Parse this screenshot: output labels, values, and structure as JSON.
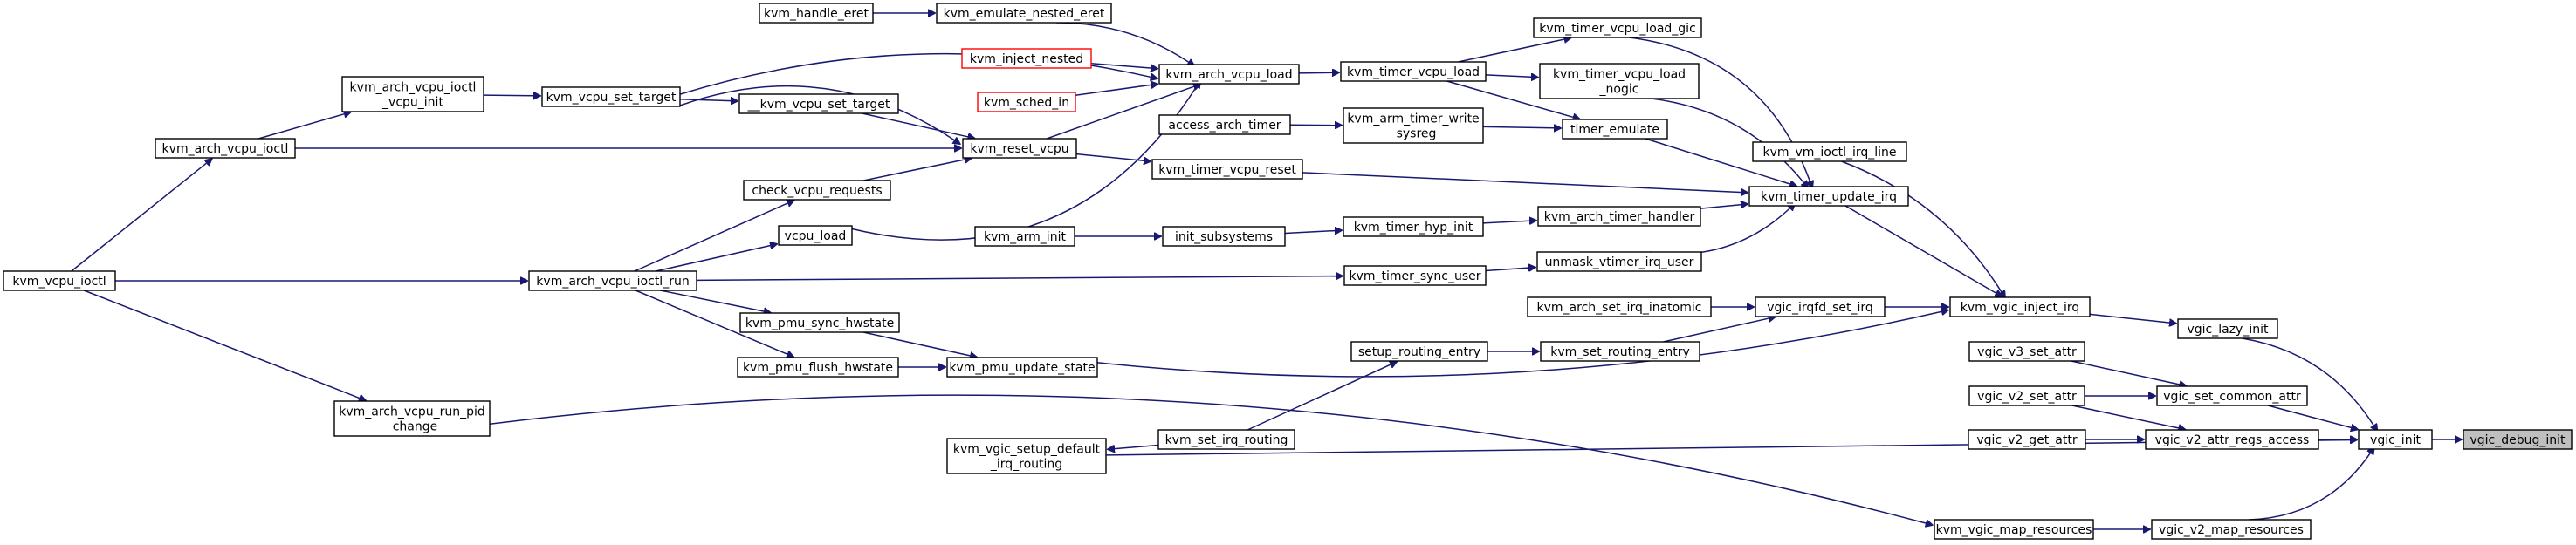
{
  "nodes": {
    "kvm_handle_eret": [
      "kvm_handle_eret"
    ],
    "kvm_emulate_nested_eret": [
      "kvm_emulate_nested_eret"
    ],
    "kvm_inject_nested": [
      "kvm_inject_nested"
    ],
    "kvm_sched_in": [
      "kvm_sched_in"
    ],
    "kvm_arch_vcpu_load": [
      "kvm_arch_vcpu_load"
    ],
    "kvm_timer_vcpu_load": [
      "kvm_timer_vcpu_load"
    ],
    "kvm_timer_vcpu_load_gic": [
      "kvm_timer_vcpu_load_gic"
    ],
    "kvm_timer_vcpu_load_nogic": [
      "kvm_timer_vcpu_load",
      "_nogic"
    ],
    "kvm_arch_vcpu_ioctl_vcpu_init": [
      "kvm_arch_vcpu_ioctl",
      "_vcpu_init"
    ],
    "kvm_vcpu_set_target": [
      "kvm_vcpu_set_target"
    ],
    "__kvm_vcpu_set_target": [
      "__kvm_vcpu_set_target"
    ],
    "access_arch_timer": [
      "access_arch_timer"
    ],
    "kvm_arm_timer_write_sysreg": [
      "kvm_arm_timer_write",
      "_sysreg"
    ],
    "timer_emulate": [
      "timer_emulate"
    ],
    "kvm_arch_vcpu_ioctl": [
      "kvm_arch_vcpu_ioctl"
    ],
    "kvm_reset_vcpu": [
      "kvm_reset_vcpu"
    ],
    "kvm_timer_vcpu_reset": [
      "kvm_timer_vcpu_reset"
    ],
    "kvm_vm_ioctl_irq_line": [
      "kvm_vm_ioctl_irq_line"
    ],
    "check_vcpu_requests": [
      "check_vcpu_requests"
    ],
    "kvm_timer_update_irq": [
      "kvm_timer_update_irq"
    ],
    "vcpu_load": [
      "vcpu_load"
    ],
    "kvm_arm_init": [
      "kvm_arm_init"
    ],
    "init_subsystems": [
      "init_subsystems"
    ],
    "kvm_timer_hyp_init": [
      "kvm_timer_hyp_init"
    ],
    "kvm_arch_timer_handler": [
      "kvm_arch_timer_handler"
    ],
    "unmask_vtimer_irq_user": [
      "unmask_vtimer_irq_user"
    ],
    "kvm_vcpu_ioctl": [
      "kvm_vcpu_ioctl"
    ],
    "kvm_arch_vcpu_ioctl_run": [
      "kvm_arch_vcpu_ioctl_run"
    ],
    "kvm_timer_sync_user": [
      "kvm_timer_sync_user"
    ],
    "kvm_arch_set_irq_inatomic": [
      "kvm_arch_set_irq_inatomic"
    ],
    "vgic_irqfd_set_irq": [
      "vgic_irqfd_set_irq"
    ],
    "kvm_vgic_inject_irq": [
      "kvm_vgic_inject_irq"
    ],
    "kvm_pmu_sync_hwstate": [
      "kvm_pmu_sync_hwstate"
    ],
    "vgic_lazy_init": [
      "vgic_lazy_init"
    ],
    "setup_routing_entry": [
      "setup_routing_entry"
    ],
    "kvm_set_routing_entry": [
      "kvm_set_routing_entry"
    ],
    "vgic_v3_set_attr": [
      "vgic_v3_set_attr"
    ],
    "kvm_pmu_flush_hwstate": [
      "kvm_pmu_flush_hwstate"
    ],
    "kvm_pmu_update_state": [
      "kvm_pmu_update_state"
    ],
    "vgic_v2_set_attr": [
      "vgic_v2_set_attr"
    ],
    "vgic_set_common_attr": [
      "vgic_set_common_attr"
    ],
    "kvm_arch_vcpu_run_pid_change": [
      "kvm_arch_vcpu_run_pid",
      "_change"
    ],
    "kvm_set_irq_routing": [
      "kvm_set_irq_routing"
    ],
    "vgic_v2_get_attr": [
      "vgic_v2_get_attr"
    ],
    "vgic_v2_attr_regs_access": [
      "vgic_v2_attr_regs_access"
    ],
    "vgic_init": [
      "vgic_init"
    ],
    "vgic_debug_init": [
      "vgic_debug_init"
    ],
    "kvm_vgic_setup_default_irq_routing": [
      "kvm_vgic_setup_default",
      "_irq_routing"
    ],
    "kvm_vgic_map_resources": [
      "kvm_vgic_map_resources"
    ],
    "vgic_v2_map_resources": [
      "vgic_v2_map_resources"
    ]
  },
  "styles": {
    "edge_color": "#191970",
    "unlinked_node_border": "#ff0000",
    "focus_node_fill": "#bfbfbf"
  }
}
